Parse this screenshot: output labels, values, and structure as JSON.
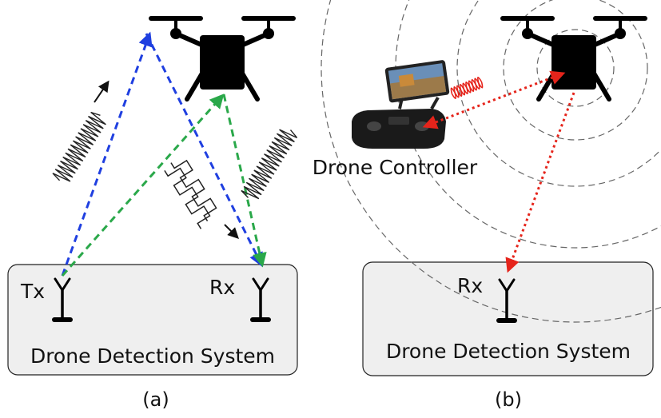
{
  "panel_a": {
    "tx_label": "Tx",
    "rx_label": "Rx",
    "system_label": "Drone Detection System",
    "caption": "(a)"
  },
  "panel_b": {
    "controller_label": "Drone Controller",
    "rx_label": "Rx",
    "system_label": "Drone Detection System",
    "caption": "(b)"
  },
  "colors": {
    "blue_path": "#1f3fe0",
    "green_path": "#2aa84a",
    "red_path": "#e5241b",
    "box_fill": "#efefef",
    "icon": "#000000"
  }
}
